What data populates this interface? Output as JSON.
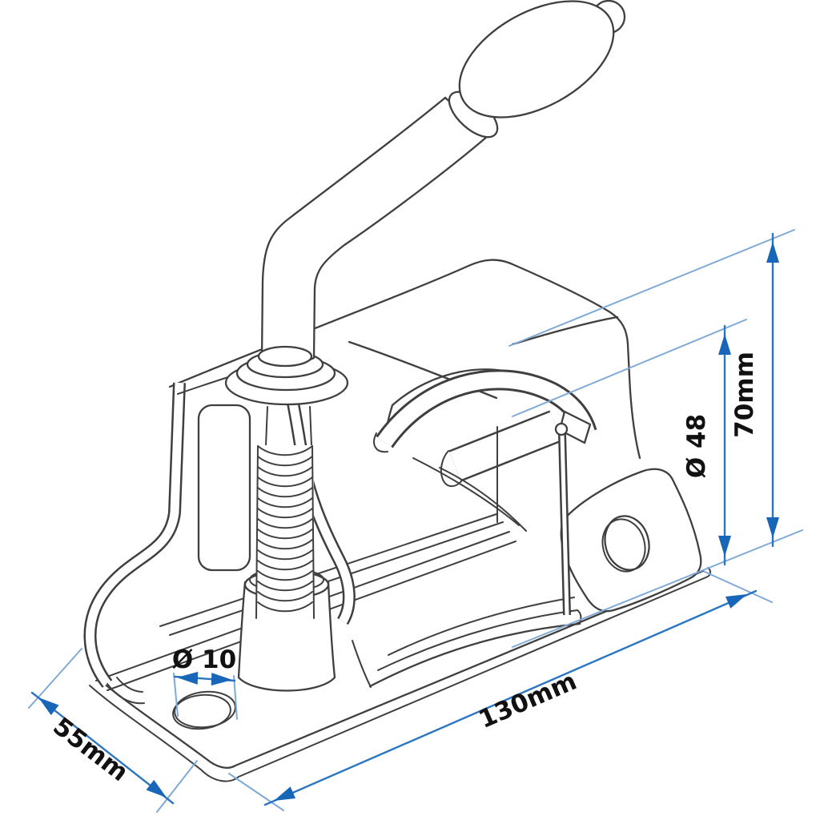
{
  "annotations": {
    "height_label": "70mm",
    "clamp_diameter_label": "Ø 48",
    "length_label": "130mm",
    "width_label": "55mm",
    "hole_diameter_label": "Ø 10"
  },
  "colors": {
    "dimension_line": "#2b76c1",
    "extension_line": "#7fa9d6",
    "arrowhead": "#1766b8",
    "label_text": "#111111",
    "drawing_line": "#3f3f3f",
    "background": "#ffffff"
  }
}
